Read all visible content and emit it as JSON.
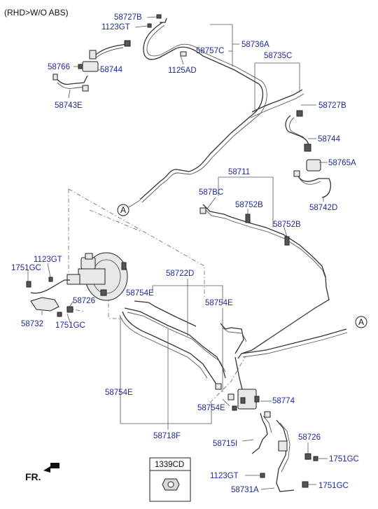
{
  "header": {
    "variant": "(RHD>W/O ABS)"
  },
  "front_marker": {
    "label": "FR."
  },
  "connector_marker": "A",
  "inset": {
    "part_no": "1339CD"
  },
  "labels": {
    "p58727B_top": "58727B",
    "p1123GT_top": "1123GT",
    "p58736A": "58736A",
    "p58757C": "58757C",
    "p58766": "58766",
    "p58744_left": "58744",
    "p1125AD": "1125AD",
    "p58735C": "58735C",
    "p58743E": "58743E",
    "p58727B_right": "58727B",
    "p58744_right": "58744",
    "p58765A": "58765A",
    "p58711": "58711",
    "p587BC": "587BC",
    "p58742D": "58742D",
    "p58752B_a": "58752B",
    "p58752B_b": "58752B",
    "p1123GT_mid": "1123GT",
    "p1751GC_mid": "1751GC",
    "p58722D": "58722D",
    "p58754E_a": "58754E",
    "p58754E_b": "58754E",
    "p58726_mid": "58726",
    "p58732": "58732",
    "p1751GC_low": "1751GC",
    "p58754E_c": "58754E",
    "p58774": "58774",
    "p58754E_d": "58754E",
    "p58718F": "58718F",
    "p58726_bot": "58726",
    "p58715I": "58715I",
    "p1751GC_bot_a": "1751GC",
    "p1123GT_bot": "1123GT",
    "p58731A": "58731A",
    "p1751GC_bot_b": "1751GC"
  }
}
